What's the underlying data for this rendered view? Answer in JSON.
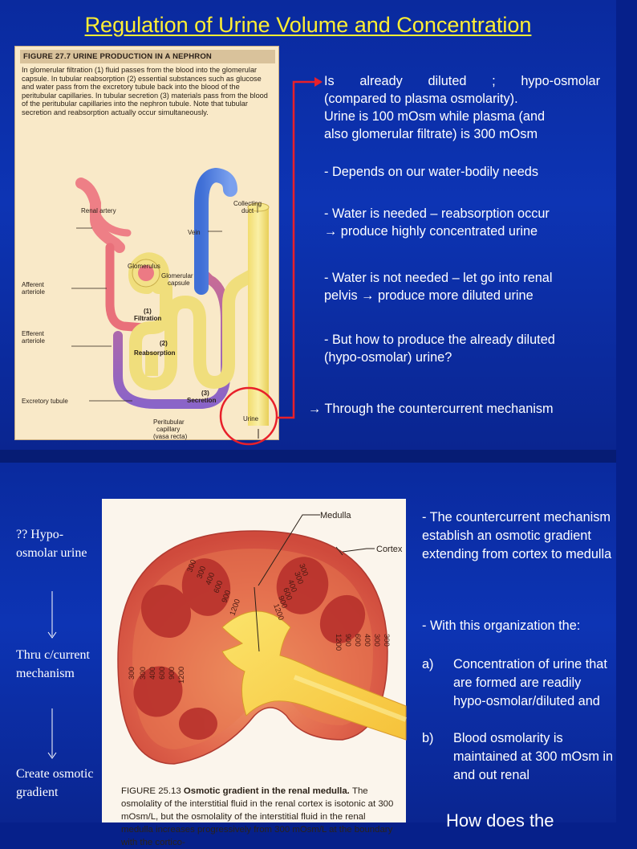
{
  "slide1": {
    "title": "Regulation of Urine Volume and Concentration",
    "figure": {
      "heading": "FIGURE 27.7  URINE PRODUCTION IN A NEPHRON",
      "caption": "In glomerular filtration (1) fluid passes from the blood into the glomerular capsule. In tubular reabsorption (2) essential substances such as glucose and water pass from the excretory tubule back into the blood of the peritubular capillaries. In tubular secretion (3) materials pass from the blood of the peritubular capillaries into the nephron tubule. Note that tubular secretion and reabsorption actually occur simultaneously.",
      "labels": {
        "renal_artery": "Renal artery",
        "collecting_duct_1": "Collecting",
        "collecting_duct_2": "duct",
        "vein": "Vein",
        "glomerulus": "Glomerulus",
        "glomerular_capsule_1": "Glomerular",
        "glomerular_capsule_2": "capsule",
        "afferent_1": "Afferent",
        "afferent_2": "arteriole",
        "filtration_num": "(1)",
        "filtration": "Filtration",
        "efferent_1": "Efferent",
        "efferent_2": "arteriole",
        "reabsorption_num": "(2)",
        "reabsorption": "Reabsorption",
        "secretion_num": "(3)",
        "secretion": "Secretion",
        "excretory_tubule": "Excretory tubule",
        "urine": "Urine",
        "peritubular_1": "Peritubular",
        "peritubular_2": "capillary",
        "peritubular_3": "(vasa recta)"
      }
    },
    "p1_line1": "Is already diluted ; hypo-osmolar",
    "p1_line2": "(compared to plasma osmolarity).",
    "p1_line3": "Urine is 100 mOsm while plasma (and",
    "p1_line4": "also glomerular filtrate) is 300 mOsm",
    "p2": "- Depends on our water-bodily needs",
    "p3_line1": "- Water is needed – reabsorption occur",
    "p3_line2": "→ produce highly concentrated urine",
    "p4_line1": "- Water is not needed – let go into renal",
    "p4_line2": "pelvis → produce more diluted urine",
    "p5_line1": "- But how to produce the already diluted",
    "p5_line2": "(hypo-osmolar) urine?",
    "p6": "→ Through the countercurrent mechanism"
  },
  "slide2": {
    "left": {
      "step1": "?? Hypo-osmolar urine",
      "step2": "Thru c/current mechanism",
      "step3": "Create osmotic gradient"
    },
    "figure": {
      "medulla_label": "Medulla",
      "cortex_label": "Cortex",
      "caption_lead": "FIGURE 25.13",
      "caption_title": "Osmotic gradient in the renal medulla.",
      "caption_body": "The osmolality of the interstitial fluid in the renal cortex is isotonic at 300 mOsm/L, but the osmolality of the interstitial fluid in the renal medulla increases progressively from 300 mOsm/L at the boundary with the cortico-",
      "gradient_values": [
        "300",
        "300",
        "400",
        "600",
        "900",
        "1200"
      ]
    },
    "r1": "- The countercurrent mechanism establish an osmotic gradient extending from cortex to medulla",
    "r2": "- With this organization the:",
    "list": [
      {
        "marker": "a)",
        "text": "Concentration of urine that are formed are readily hypo-osmolar/diluted and"
      },
      {
        "marker": "b)",
        "text": "Blood osmolarity is maintained at 300 mOsm in and out renal"
      }
    ],
    "r3": "How does the"
  },
  "colors": {
    "background": "#0d34b4",
    "title": "#ffef33",
    "text": "#ffffff",
    "connector": "#e8202a"
  }
}
